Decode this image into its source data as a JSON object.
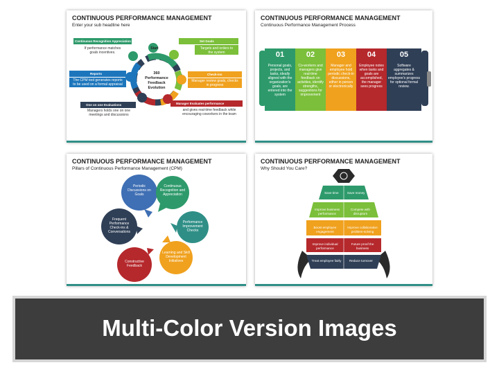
{
  "slide1": {
    "title": "CONTINUOUS PERFORMANCE MANAGEMENT",
    "subtitle": "Enter your sub headline here",
    "center_text": "360\nPerformance\nFeedback\nEvolution",
    "start": "Start",
    "items": [
      {
        "label": "Continuous Recognition Appreciation",
        "text": "If performance matches goals incentives."
      },
      {
        "label": "Set Goals",
        "text": "Targets and orders to the system"
      },
      {
        "label": "Reports",
        "text": "The CPM tool generates reports to be used on a formal appraisal"
      },
      {
        "label": "Check-ins",
        "text": "Manager review goals, checks in progress"
      },
      {
        "label": "One on one Evaluations",
        "text": "Managers holds one on one meetings and discussions"
      },
      {
        "label": "Manager Evaluates performance",
        "text": "and gives real-time feedback while encouraging coworkers in the team"
      }
    ]
  },
  "slide2": {
    "title": "CONTINUOUS PERFORMANCE MANAGEMENT",
    "subtitle": "Continuous Performance Management Process",
    "steps": [
      {
        "num": "01",
        "text": "Personal goals, projects, and tasks, ideally aligned with the organization's goals, are entered into the system"
      },
      {
        "num": "02",
        "text": "Co-workers and managers give real-time feedback on activities, identify strengths, suggestions for improvement"
      },
      {
        "num": "03",
        "text": "Manager and employee hold periodic check-in discussions, either in person or electronically"
      },
      {
        "num": "04",
        "text": "Employee notes when tasks and goals are accomplished, the manager sees progress"
      },
      {
        "num": "05",
        "text": "Software aggregates & summarizes employee's progress for optional formal review."
      }
    ]
  },
  "slide3": {
    "title": "CONTINUOUS PERFORMANCE MANAGEMENT",
    "subtitle": "Pillars of Continuous Performance Management (CPM)",
    "pillars": [
      "Periodic Discussions on Goals",
      "Continuous Recognition and Appreciation",
      "Performance Improvement Checks",
      "Learning and Skill Development Initiatives",
      "Constructive Feedback",
      "Frequent Performance Check-ins & Conversations"
    ]
  },
  "slide4": {
    "title": "CONTINUOUS PERFORMANCE MANAGEMENT",
    "subtitle": "Why Should You Care?",
    "tiers": [
      {
        "left": "Save time",
        "right": "Save money"
      },
      {
        "left": "Improve business performance",
        "right": "Compete with disruptors"
      },
      {
        "left": "Boost employee engagement",
        "right": "Improve collaborative problem-solving"
      },
      {
        "left": "Improve individual performance",
        "right": "Future proof the business"
      },
      {
        "left": "Treat employee fairly",
        "right": "Reduce turnover"
      }
    ]
  },
  "banner": {
    "text": "Multi-Color Version Images"
  },
  "colors": {
    "green": "#2e9a6b",
    "lime": "#7bbf3a",
    "orange": "#f0a11e",
    "red": "#b5282c",
    "navy": "#2f3f56",
    "teal": "#2f8f87",
    "blue": "#1d76bc",
    "purple": "#3f6fb4",
    "darkred": "#8e1b1b"
  }
}
